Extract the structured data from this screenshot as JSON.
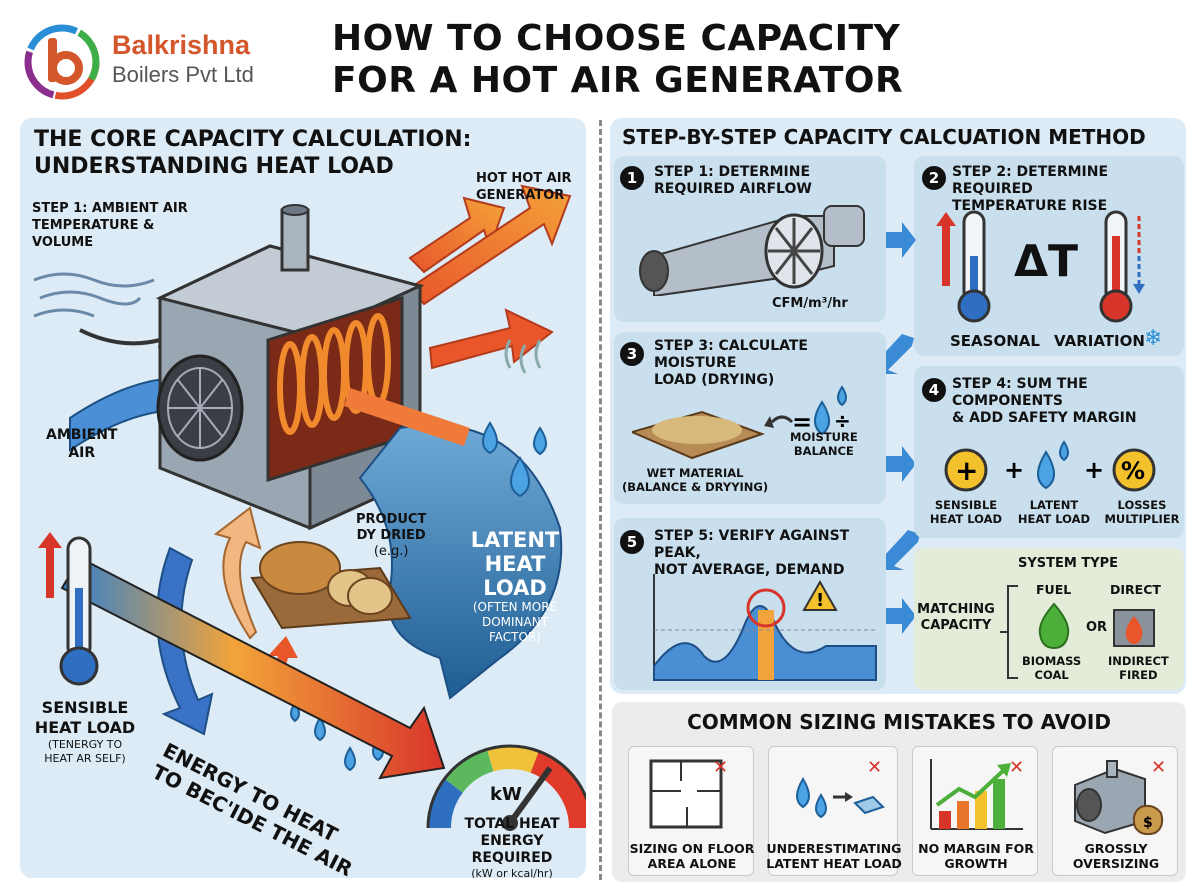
{
  "header": {
    "company_name": "Balkrishna",
    "company_sub": "Boilers Pvt Ltd",
    "title_line1": "HOW TO CHOOSE CAPACITY",
    "title_line2": "FOR A HOT AIR GENERATOR"
  },
  "left": {
    "heading_line1": "THE CORE CAPACITY CALCULATION:",
    "heading_line2": "UNDERSTANDING HEAT LOAD",
    "step1_line1": "STEP 1: AMBIENT AIR",
    "step1_line2": "TEMPERATURE &",
    "step1_line3": "VOLUME",
    "hot_air_line1": "HOT HOT AIR",
    "hot_air_line2": "GENERATOR",
    "ambient_line1": "AMBIENT",
    "ambient_line2": "AIR",
    "product_line1": "PRODUCT",
    "product_line2": "DY DRIED",
    "product_line3": "(e.g.)",
    "latent_line1": "LATENT",
    "latent_line2": "HEAT LOAD",
    "latent_note1": "(OFTEN MORE",
    "latent_note2": "DOMINANT",
    "latent_note3": "FACTOR)",
    "sensible_line1": "SENSIBLE",
    "sensible_line2": "HEAT LOAD",
    "sensible_note1": "(TENERGY TO",
    "sensible_note2": "HEAT AR SELF)",
    "energy_line1": "ENERGY TO HEAT",
    "energy_line2": "TO BEC'IDE THE AIR",
    "gauge_unit": "kW",
    "total_line1": "TOTAL HEAT",
    "total_line2": "ENERGY REQUIRED",
    "total_note": "(kW or kcal/hr)"
  },
  "right": {
    "heading": "STEP-BY-STEP CAPACITY CALCUATION METHOD",
    "step1": {
      "num": "1",
      "title_line1": "STEP 1: DETERMINE",
      "title_line2": "REQUIRED AIRFLOW",
      "unit": "CFM/m³/hr"
    },
    "step2": {
      "num": "2",
      "title_line1": "STEP 2: DETERMINE REQUIRED",
      "title_line2": "TEMPERATURE RISE",
      "delta": "ΔT",
      "seasonal": "SEASONAL",
      "variation": "VARIATION"
    },
    "step3": {
      "num": "3",
      "title_line1": "STEP 3: CALCULATE MOISTURE",
      "title_line2": "LOAD (DRYING)",
      "wet_line1": "WET MATERIAL",
      "wet_line2": "(BALANCE & DRYYING)",
      "moisture_line1": "MOISTURE",
      "moisture_line2": "BALANCE"
    },
    "step4": {
      "num": "4",
      "title_line1": "STEP 4: SUM THE COMPONENTS",
      "title_line2": "& ADD SAFETY MARGIN",
      "c1_line1": "SENSIBLE",
      "c1_line2": "HEAT LOAD",
      "c2_line1": "LATENT",
      "c2_line2": "HEAT LOAD",
      "c3_line1": "LOSSES",
      "c3_line2": "MULTIPLIER"
    },
    "step5": {
      "num": "5",
      "title_line1": "STEP 5: VERIFY AGAINST PEAK,",
      "title_line2": "NOT AVERAGE, DEMAND"
    },
    "system": {
      "title": "SYSTEM TYPE",
      "matching_line1": "MATCHING",
      "matching_line2": "CAPACITY",
      "fuel": "FUEL",
      "direct": "DIRECT",
      "or": "OR",
      "biomass_line1": "BIOMASS",
      "biomass_line2": "COAL",
      "indirect_line1": "INDIRECT",
      "indirect_line2": "FIRED"
    },
    "mistakes": {
      "title": "COMMON SIZING MISTAKES TO AVOID",
      "items": [
        {
          "line1": "SIZING ON FLOOR",
          "line2": "AREA ALONE"
        },
        {
          "line1": "UNDERESTIMATING",
          "line2": "LATENT HEAT LOAD"
        },
        {
          "line1": "NO MARGIN FOR",
          "line2": "GROWTH"
        },
        {
          "line1": "GROSSLY",
          "line2": "OVERSIZING"
        }
      ]
    }
  }
}
